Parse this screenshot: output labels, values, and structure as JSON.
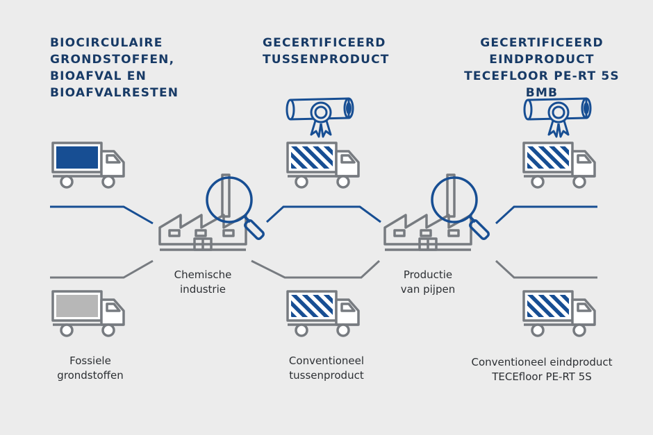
{
  "headers": {
    "raw_materials": "BIOCIRCULAIRE\nGRONDSTOFFEN,\nBIOAFVAL EN\nBIOAFVALRESTEN",
    "intermediate": "GECERTIFICEERD\nTUSSENPRODUCT",
    "end_product": "GECERTIFICEERD\nEINDPRODUCT\nTECEFLOOR PE-RT 5S BMB"
  },
  "labels": {
    "chemical_industry": "Chemische\nindustrie",
    "pipe_production": "Productie\nvan pijpen",
    "fossil": "Fossiele\ngrondstoffen",
    "conventional_intermediate": "Conventioneel\ntussenproduct",
    "conventional_end": "Conventioneel eindproduct\nTECEfloor PE-RT 5S"
  },
  "colors": {
    "accent_blue": "#174e93",
    "navy_text": "#173a66",
    "icon_gray": "#777b80",
    "fossil_gray": "#b7b7b7",
    "background": "#ececec"
  },
  "icons": [
    "truck-icon",
    "factory-icon",
    "magnifier-icon",
    "certificate-icon"
  ]
}
